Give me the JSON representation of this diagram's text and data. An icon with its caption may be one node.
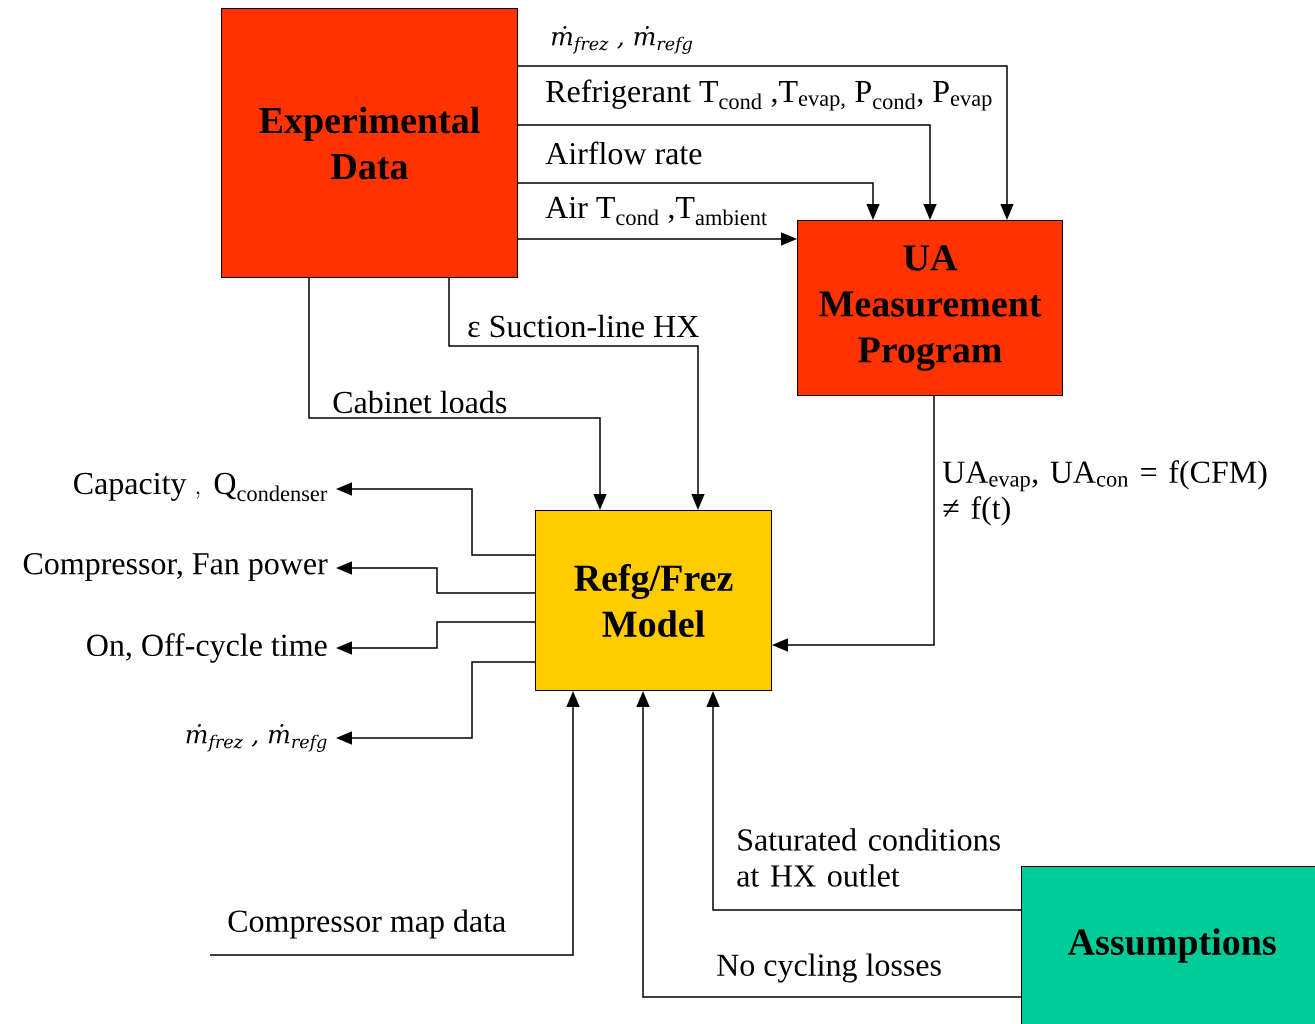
{
  "diagram": {
    "nodes": [
      {
        "text": [
          "Experimental Data"
        ]
      },
      {
        "text": [
          "UA Measurement Program"
        ]
      },
      {
        "text": [
          "Refg/Frez Model"
        ]
      },
      {
        "text": [
          "Assumptions"
        ]
      },
      {
        "text": [
          "\\mathrm{Capacity\\ ,\\ Q_{condenser}}"
        ]
      },
      {
        "text": [
          "Compressor, Fan power"
        ]
      },
      {
        "text": [
          "On, Off-cycle time"
        ]
      },
      {
        "text": [
          "ṁ$_{frez}$ , ṁ$_{refg}$"
        ]
      }
    ],
    "edges": [
      {
        "from": 0,
        "to": 1,
        "arrow": "to",
        "label": "ṁ$_{frez}$ , ṁ$_{refg}$"
      },
      {
        "from": 0,
        "to": 1,
        "arrow": "to",
        "label": "Refrigerant T$_{cond}$ ,T$_{evap,}$ P$_{cond}$, P$_{evap}$"
      },
      {
        "from": 0,
        "to": 1,
        "arrow": "to",
        "label": "Airflow rate"
      },
      {
        "from": 0,
        "to": 1,
        "arrow": "to",
        "label": "Air T$_{cond}$ ,T$_{ambient}$"
      },
      {
        "from": 0,
        "to": 2,
        "arrow": "to",
        "label": "Cabinet loads"
      },
      {
        "from": 0,
        "to": 2,
        "arrow": "to",
        "label": "ε  Suction-line HX"
      },
      {
        "from": 1,
        "to": 2,
        "arrow": "to",
        "label": "UA$_{evap}$, UA$_{con}$ = f(CFM) ≠ f(t)"
      },
      {
        "from": 2,
        "to": 4,
        "arrow": "to"
      },
      {
        "from": 2,
        "to": 5,
        "arrow": "to"
      },
      {
        "from": 2,
        "to": 6,
        "arrow": "to"
      },
      {
        "from": 2,
        "to": 7,
        "arrow": "to"
      },
      {
        "from": null,
        "to": 2,
        "arrow": "to",
        "label": "Compressor map data"
      },
      {
        "from": 3,
        "to": 2,
        "arrow": "to",
        "label": "Saturated conditions at HX outlet"
      },
      {
        "from": 3,
        "to": 2,
        "arrow": "to",
        "label": "No cycling losses"
      }
    ]
  }
}
